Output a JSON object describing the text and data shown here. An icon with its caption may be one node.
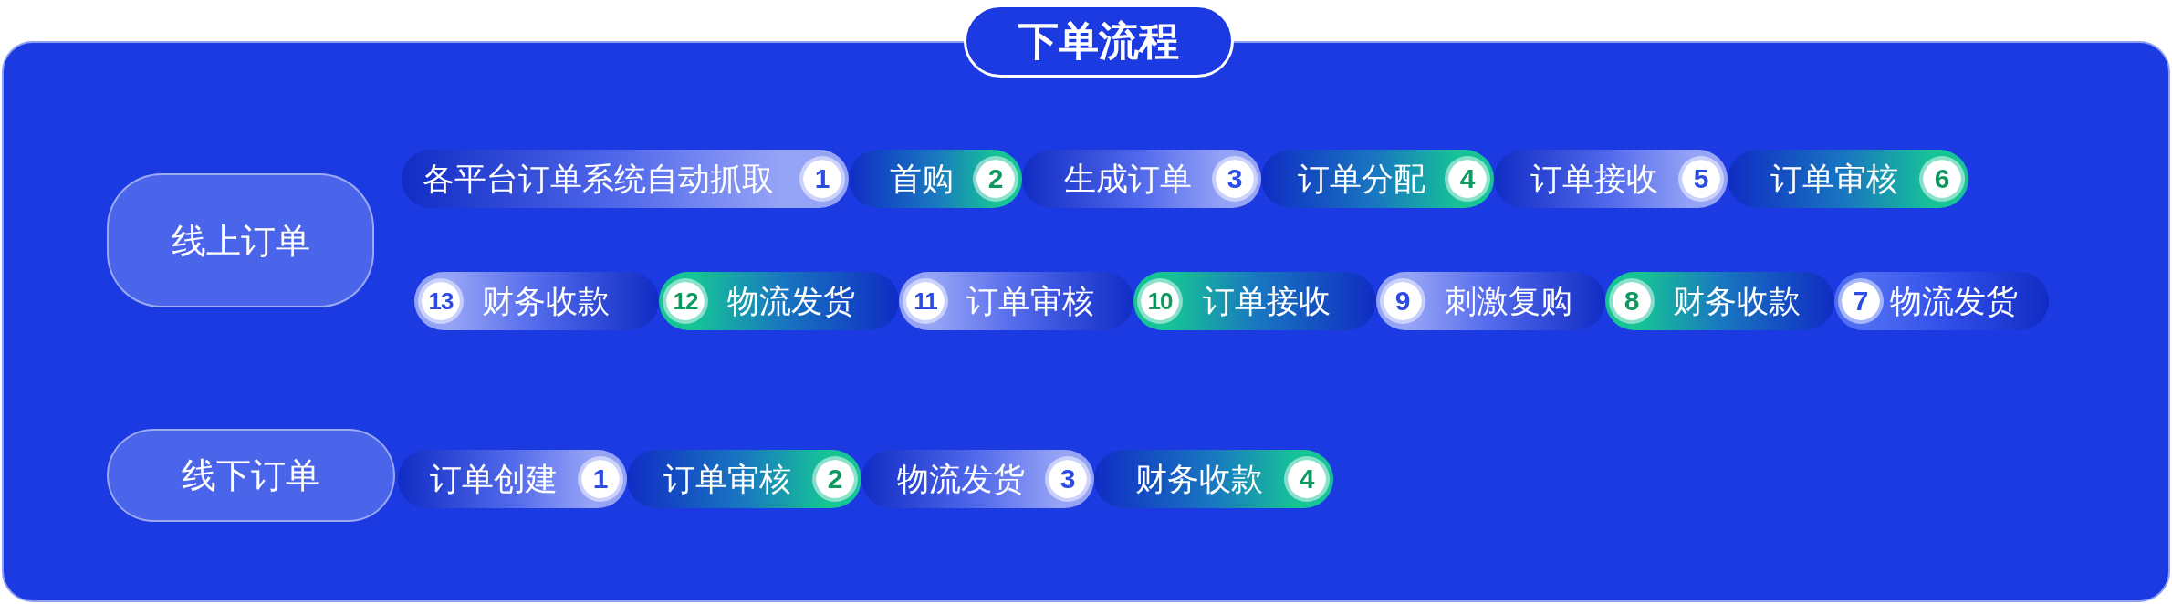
{
  "diagram": {
    "title": "下单流程",
    "nodes": [
      {
        "text": [
          "线上订单"
        ]
      },
      {
        "text": [
          "各平台订单系统自动抓取"
        ]
      },
      {
        "text": [
          "1"
        ],
        "in": 1
      },
      {
        "text": [
          "首购"
        ]
      },
      {
        "text": [
          "2"
        ],
        "in": 3
      },
      {
        "text": [
          "生成订单"
        ]
      },
      {
        "text": [
          "3"
        ],
        "in": 5
      },
      {
        "text": [
          "订单分配"
        ]
      },
      {
        "text": [
          "4"
        ],
        "in": 7
      },
      {
        "text": [
          "订单接收"
        ]
      },
      {
        "text": [
          "5"
        ],
        "in": 9
      },
      {
        "text": [
          "订单审核"
        ]
      },
      {
        "text": [
          "6"
        ],
        "in": 11
      },
      {
        "text": [
          "财务收款"
        ]
      },
      {
        "text": [
          "13"
        ],
        "in": 13
      },
      {
        "text": [
          "物流发货"
        ]
      },
      {
        "text": [
          "12"
        ],
        "in": 15
      },
      {
        "text": [
          "订单审核"
        ]
      },
      {
        "text": [
          "11"
        ],
        "in": 17
      },
      {
        "text": [
          "订单接收"
        ]
      },
      {
        "text": [
          "10"
        ],
        "in": 19
      },
      {
        "text": [
          "刺激复购"
        ]
      },
      {
        "text": [
          "9"
        ],
        "in": 21
      },
      {
        "text": [
          "财务收款"
        ]
      },
      {
        "text": [
          "8"
        ],
        "in": 23
      },
      {
        "text": [
          "物流发货"
        ]
      },
      {
        "text": [
          "7"
        ],
        "in": 25
      },
      {
        "text": [
          "线下订单"
        ]
      },
      {
        "text": [
          "订单创建"
        ]
      },
      {
        "text": [
          "1"
        ],
        "in": 28
      },
      {
        "text": [
          "订单审核"
        ]
      },
      {
        "text": [
          "2"
        ],
        "in": 30
      },
      {
        "text": [
          "物流发货"
        ]
      },
      {
        "text": [
          "3"
        ],
        "in": 32
      },
      {
        "text": [
          "财务收款"
        ]
      },
      {
        "text": [
          "4"
        ],
        "in": 34
      }
    ]
  }
}
